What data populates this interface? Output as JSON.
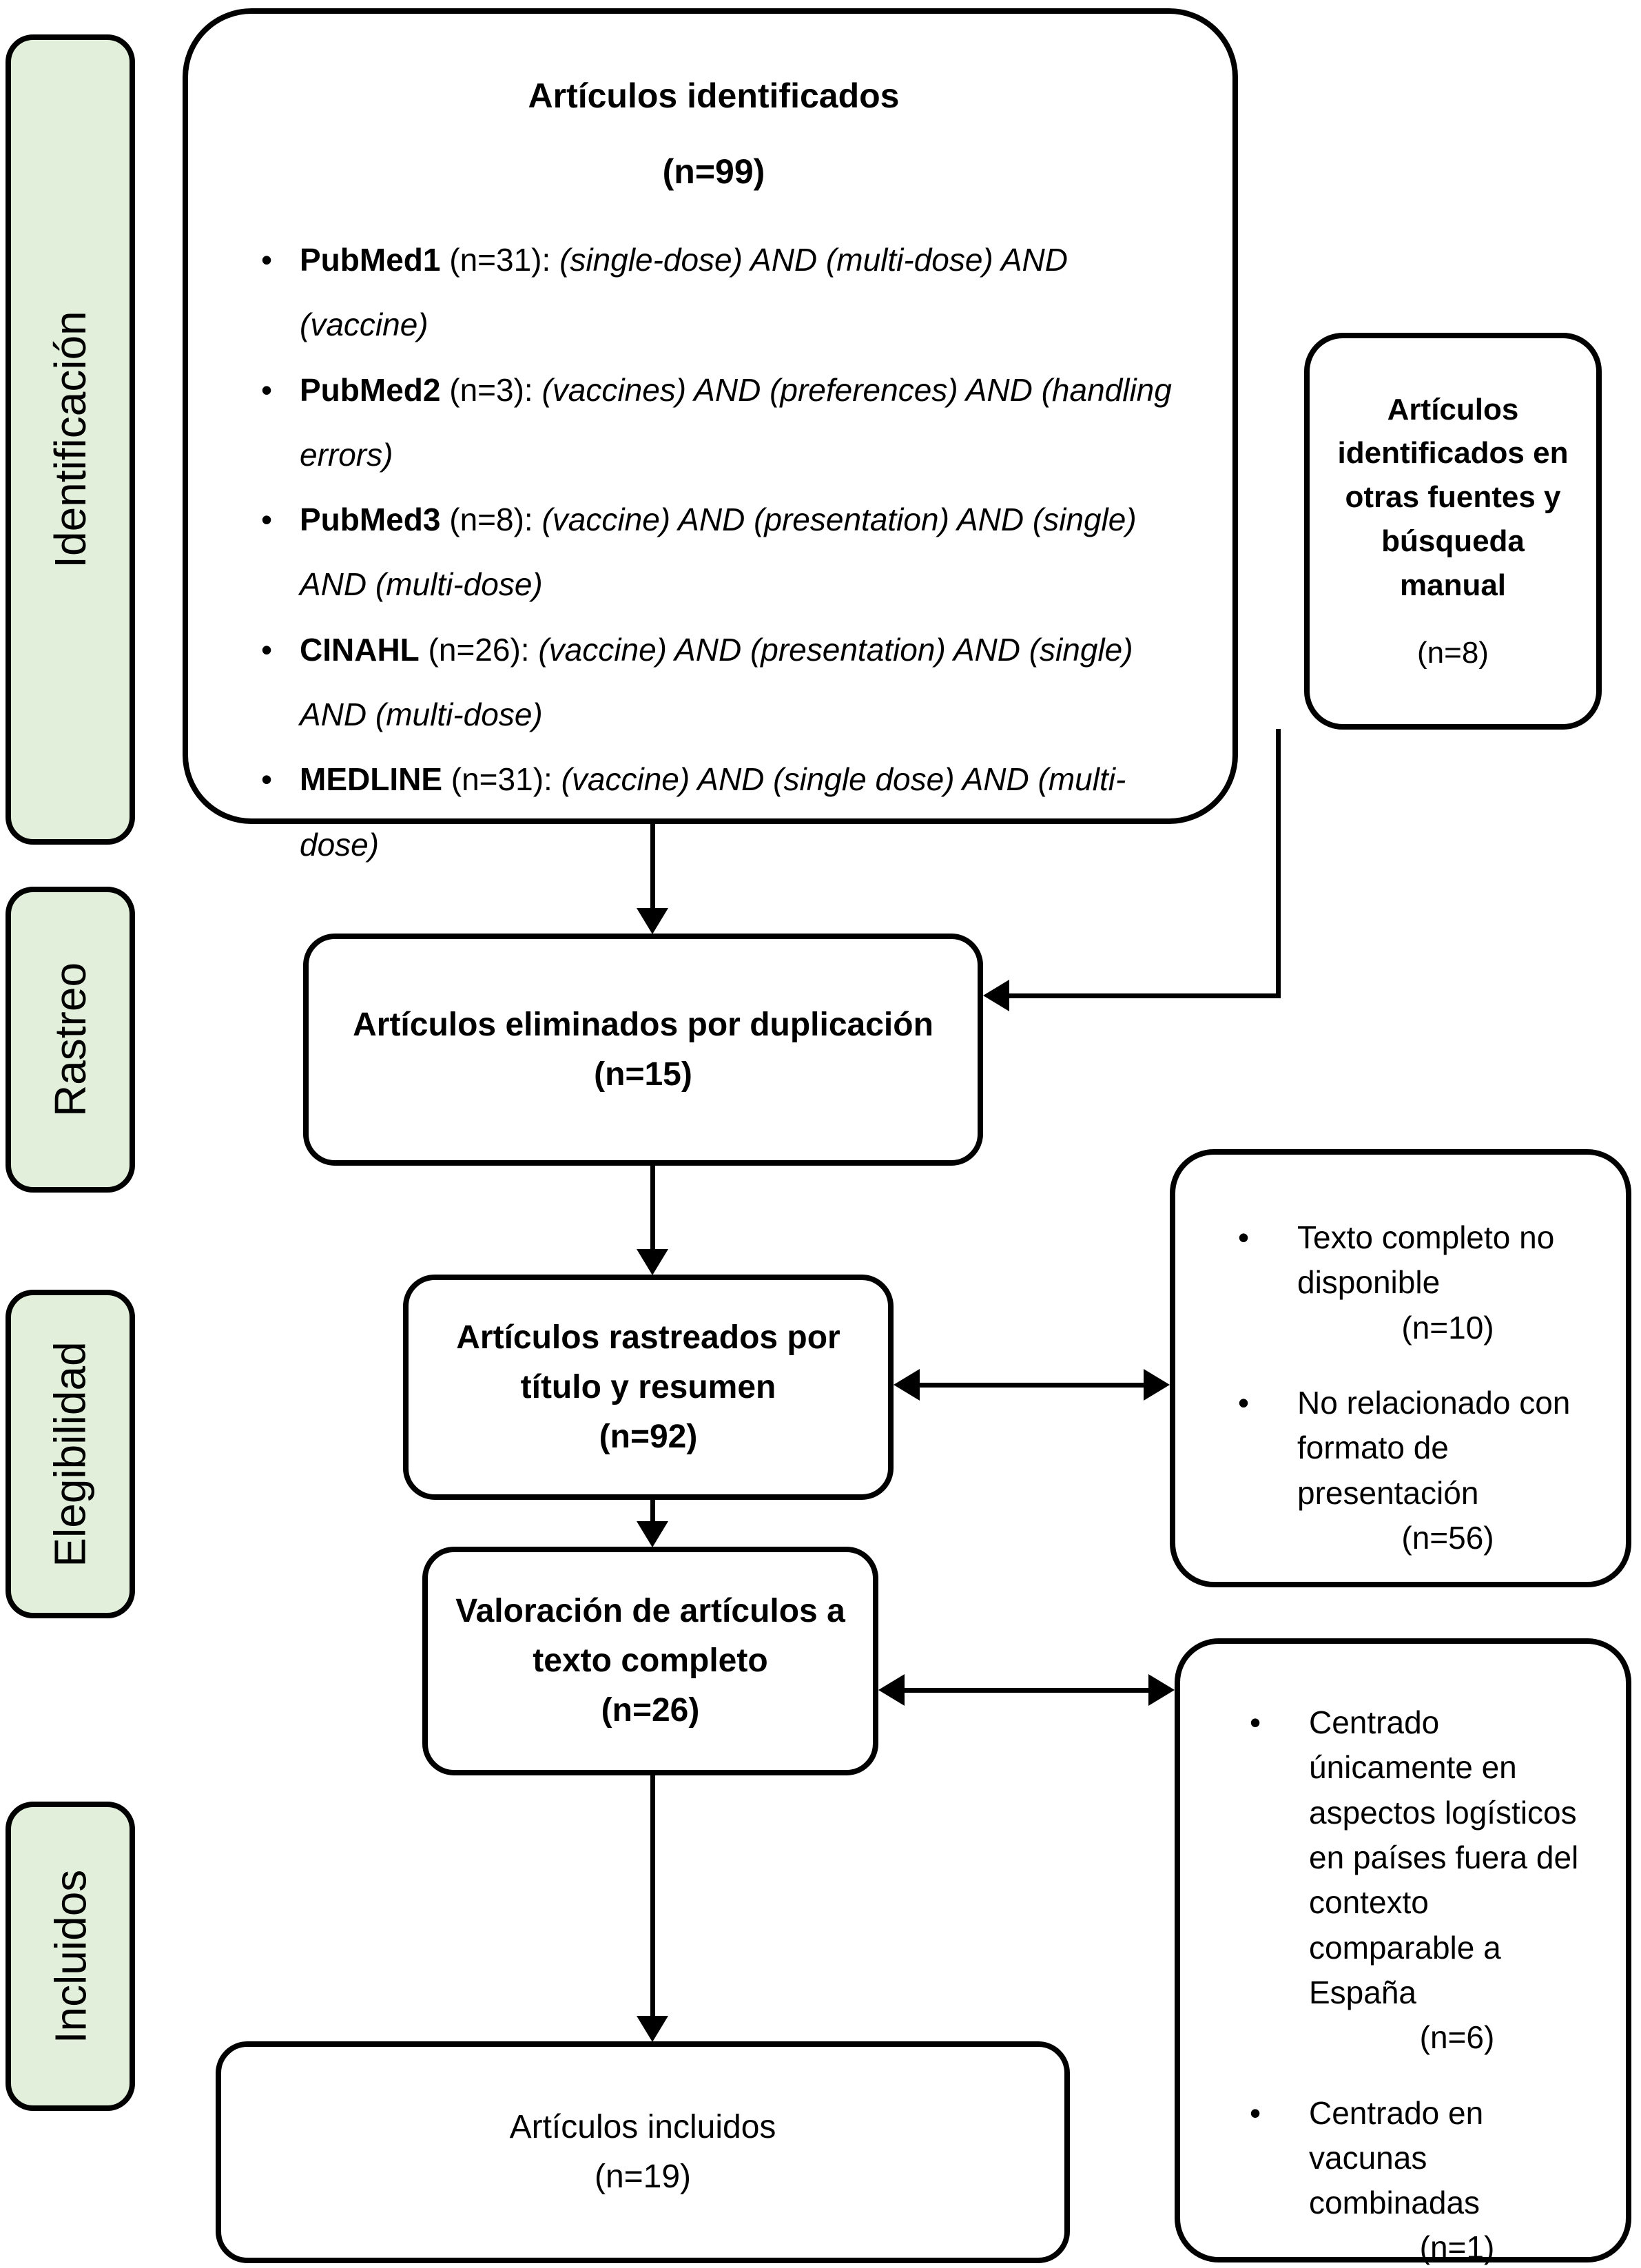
{
  "colors": {
    "stage_fill": "#e2efda",
    "line": "#000000",
    "box_bg": "#ffffff"
  },
  "stages": {
    "identification": "Identificación",
    "screening": "Rastreo",
    "eligibility": "Elegibilidad",
    "included": "Incluidos"
  },
  "identified": {
    "title": "Artículos identificados",
    "count": "(n=99)",
    "sources": [
      {
        "name": "PubMed1",
        "count": "(n=31):",
        "query": "(single-dose) AND (multi-dose) AND\n(vaccine)"
      },
      {
        "name": "PubMed2",
        "count": "(n=3):",
        "query": "(vaccines) AND (preferences) AND (handling\nerrors)"
      },
      {
        "name": "PubMed3",
        "count": "(n=8):",
        "query": "(vaccine) AND (presentation) AND (single)\nAND (multi-dose)"
      },
      {
        "name": "CINAHL",
        "count": "(n=26):",
        "query": "(vaccine) AND (presentation) AND (single)\nAND (multi-dose)"
      },
      {
        "name": "MEDLINE",
        "count": "(n=31):",
        "query": "(vaccine) AND (single dose) AND (multi-dose)"
      }
    ]
  },
  "other_sources": {
    "text": "Artículos\nidentificados en\notras fuentes y\nbúsqueda\nmanual",
    "count": "(n=8)"
  },
  "duplicates_removed": {
    "text": "Artículos eliminados por duplicación",
    "count": "(n=15)"
  },
  "screened": {
    "text": "Artículos rastreados por\ntítulo y resumen",
    "count": "(n=92)"
  },
  "full_text": {
    "text": "Valoración de artículos a\ntexto completo",
    "count": "(n=26)"
  },
  "included": {
    "text": "Artículos incluidos",
    "count": "(n=19)"
  },
  "exclusions_screening": {
    "items": [
      {
        "text": "Texto completo no\ndisponible",
        "count": "(n=10)"
      },
      {
        "text": "No relacionado con\nformato de\npresentación",
        "count": "(n=56)"
      }
    ]
  },
  "exclusions_fulltext": {
    "items": [
      {
        "text": "Centrado\núnicamente en\naspectos logísticos\nen países fuera del\ncontexto\ncomparable a\nEspaña",
        "count": "(n=6)"
      },
      {
        "text": "Centrado en\nvacunas\ncombinadas",
        "count": "(n=1)"
      }
    ]
  }
}
